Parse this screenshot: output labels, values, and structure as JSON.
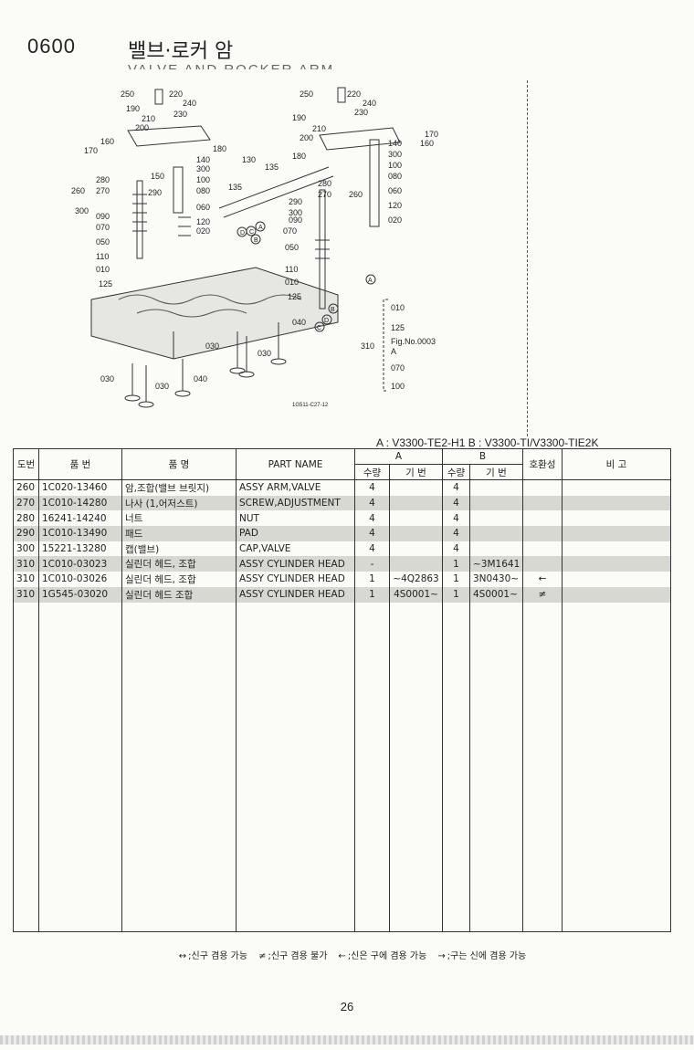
{
  "header": {
    "code": "0600",
    "title_ko": "밸브·로커 암",
    "title_en": "VALVE AND ROCKER ARM"
  },
  "diagram": {
    "callouts": [
      "250",
      "220",
      "240",
      "230",
      "190",
      "210",
      "200",
      "170",
      "160",
      "180",
      "140",
      "300",
      "150",
      "100",
      "080",
      "280",
      "270",
      "290",
      "260",
      "060",
      "120",
      "020",
      "090",
      "070",
      "050",
      "110",
      "010",
      "125",
      "130",
      "135",
      "030",
      "040",
      "A",
      "B",
      "C",
      "D"
    ],
    "fig_ref": [
      "010",
      "125",
      "Fig.No.0003",
      "A",
      "070",
      "100"
    ],
    "fig_ref_label": "310",
    "drawing_no": "1G511-C27-12"
  },
  "models_line": "A : V3300-TE2-H1   B : V3300-TI/V3300-TIE2K",
  "table": {
    "headers": {
      "ref": "도번",
      "part_no": "품 번",
      "name_ko": "품 명",
      "name_en": "PART NAME",
      "group_a": "A",
      "group_b": "B",
      "qty": "수량",
      "serial": "기 번",
      "compat": "호환성",
      "remarks": "비 고"
    },
    "rows": [
      {
        "ref": "260",
        "part_no": "1C020-13460",
        "name_ko": "암,조합(밸브 브릿지)",
        "name_en": "ASSY ARM,VALVE",
        "a_qty": "4",
        "a_serial": "",
        "b_qty": "4",
        "b_serial": "",
        "compat": "",
        "remarks": "",
        "shade": false
      },
      {
        "ref": "270",
        "part_no": "1C010-14280",
        "name_ko": "나사 (1,어저스트)",
        "name_en": "SCREW,ADJUSTMENT",
        "a_qty": "4",
        "a_serial": "",
        "b_qty": "4",
        "b_serial": "",
        "compat": "",
        "remarks": "",
        "shade": true
      },
      {
        "ref": "280",
        "part_no": "16241-14240",
        "name_ko": "너트",
        "name_en": "NUT",
        "a_qty": "4",
        "a_serial": "",
        "b_qty": "4",
        "b_serial": "",
        "compat": "",
        "remarks": "",
        "shade": false
      },
      {
        "ref": "290",
        "part_no": "1C010-13490",
        "name_ko": "패드",
        "name_en": "PAD",
        "a_qty": "4",
        "a_serial": "",
        "b_qty": "4",
        "b_serial": "",
        "compat": "",
        "remarks": "",
        "shade": true
      },
      {
        "ref": "300",
        "part_no": "15221-13280",
        "name_ko": "캡(밸브)",
        "name_en": "CAP,VALVE",
        "a_qty": "4",
        "a_serial": "",
        "b_qty": "4",
        "b_serial": "",
        "compat": "",
        "remarks": "",
        "shade": false
      },
      {
        "ref": "310",
        "part_no": "1C010-03023",
        "name_ko": "실린더 헤드, 조합",
        "name_en": "ASSY CYLINDER HEAD",
        "a_qty": "-",
        "a_serial": "",
        "b_qty": "1",
        "b_serial": "~3M1641",
        "compat": "",
        "remarks": "",
        "shade": true
      },
      {
        "ref": "310",
        "part_no": "1C010-03026",
        "name_ko": "실린더 헤드, 조합",
        "name_en": "ASSY CYLINDER HEAD",
        "a_qty": "1",
        "a_serial": "~4Q2863",
        "b_qty": "1",
        "b_serial": "3N0430~",
        "compat": "←",
        "remarks": "",
        "shade": false
      },
      {
        "ref": "310",
        "part_no": "1G545-03020",
        "name_ko": "실린더 헤드 조합",
        "name_en": "ASSY CYLINDER HEAD",
        "a_qty": "1",
        "a_serial": "4S0001~",
        "b_qty": "1",
        "b_serial": "4S0001~",
        "compat": "≠",
        "remarks": "",
        "shade": true
      }
    ]
  },
  "legend": [
    {
      "symbol": "↔",
      "text": ";신구 겸용 가능"
    },
    {
      "symbol": "≠",
      "text": ";신구 겸용 불가"
    },
    {
      "symbol": "←",
      "text": ";신은 구에 겸용 가능"
    },
    {
      "symbol": "→",
      "text": ";구는 신에 겸용 가능"
    }
  ],
  "page_number": "26"
}
